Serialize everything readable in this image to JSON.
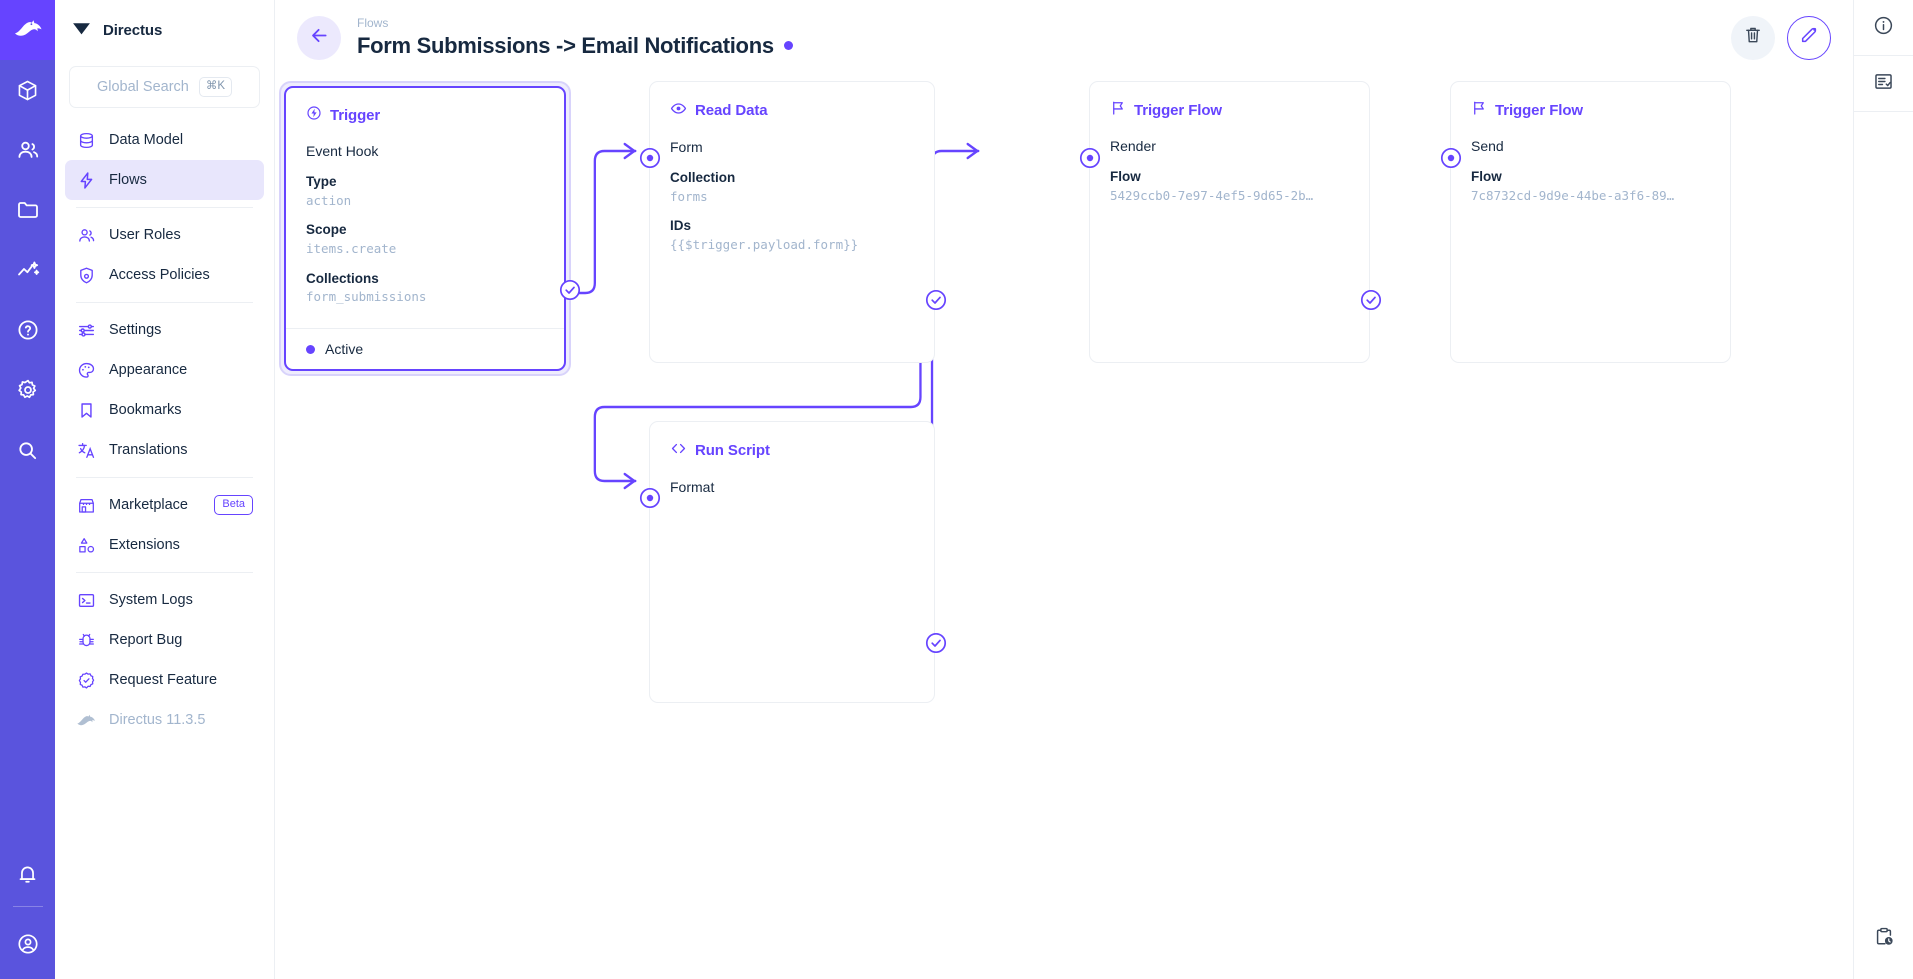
{
  "brand": {
    "name": "Directus",
    "logo_icon": "directus-rabbit-logo"
  },
  "rail": {
    "items": [
      {
        "icon": "box-module-icon",
        "name": "content"
      },
      {
        "icon": "users-module-icon",
        "name": "user-directory"
      },
      {
        "icon": "folder-module-icon",
        "name": "file-library"
      },
      {
        "icon": "insights-chart-icon",
        "name": "insights"
      },
      {
        "icon": "help-question-icon",
        "name": "help"
      },
      {
        "icon": "gear-settings-icon",
        "name": "settings"
      },
      {
        "icon": "search-icon",
        "name": "search"
      }
    ],
    "bottom": [
      {
        "icon": "bell-notifications-icon",
        "name": "notifications"
      },
      {
        "icon": "account-circle-icon",
        "name": "account"
      }
    ]
  },
  "search": {
    "placeholder": "Global Search",
    "shortcut": "⌘K"
  },
  "sidebar": {
    "groups": [
      {
        "items": [
          {
            "label": "Data Model",
            "icon": "database-icon",
            "active": false
          },
          {
            "label": "Flows",
            "icon": "bolt-icon",
            "active": true
          }
        ]
      },
      {
        "items": [
          {
            "label": "User Roles",
            "icon": "people-icon",
            "active": false
          },
          {
            "label": "Access Policies",
            "icon": "shield-lock-icon",
            "active": false
          }
        ]
      },
      {
        "items": [
          {
            "label": "Settings",
            "icon": "tune-icon",
            "active": false
          },
          {
            "label": "Appearance",
            "icon": "palette-icon",
            "active": false
          },
          {
            "label": "Bookmarks",
            "icon": "bookmark-icon",
            "active": false
          },
          {
            "label": "Translations",
            "icon": "translate-icon",
            "active": false
          }
        ]
      },
      {
        "items": [
          {
            "label": "Marketplace",
            "icon": "storefront-icon",
            "badge": "Beta",
            "active": false
          },
          {
            "label": "Extensions",
            "icon": "extensions-icon",
            "active": false
          }
        ]
      },
      {
        "items": [
          {
            "label": "System Logs",
            "icon": "terminal-icon",
            "active": false
          },
          {
            "label": "Report Bug",
            "icon": "bug-icon",
            "active": false
          },
          {
            "label": "Request Feature",
            "icon": "check-badge-icon",
            "active": false
          },
          {
            "label": "Directus 11.3.5",
            "icon": "directus-rabbit-logo",
            "muted": true,
            "active": false
          }
        ]
      }
    ]
  },
  "header": {
    "breadcrumb": "Flows",
    "title": "Form Submissions -> Email Notifications",
    "status_color": "#6644ff",
    "back_icon": "arrow-left-icon",
    "actions": [
      {
        "name": "delete-flow-button",
        "icon": "trash-icon"
      },
      {
        "name": "edit-flow-button",
        "icon": "pencil-icon"
      }
    ]
  },
  "right_rail": {
    "items": [
      {
        "name": "info-sidebar-button",
        "icon": "info-circle-icon"
      },
      {
        "name": "logs-sidebar-button",
        "icon": "list-check-icon"
      }
    ],
    "bottom": [
      {
        "name": "activity-log-button",
        "icon": "clipboard-clock-icon"
      }
    ]
  },
  "flow": {
    "accent": "#6644ff",
    "nodes": [
      {
        "key": "trigger",
        "type": "trigger",
        "title": "Trigger",
        "icon": "trigger-bolt-circle-icon",
        "subtitle": "Event Hook",
        "fields": [
          {
            "key": "Type",
            "value": "action"
          },
          {
            "key": "Scope",
            "value": "items.create"
          },
          {
            "key": "Collections",
            "value": "form_submissions"
          }
        ],
        "status": "Active"
      },
      {
        "key": "read-data",
        "type": "operation",
        "title": "Read Data",
        "icon": "eye-icon",
        "subtitle": "Form",
        "fields": [
          {
            "key": "Collection",
            "value": "forms"
          },
          {
            "key": "IDs",
            "value": "{{$trigger.payload.form}}"
          }
        ]
      },
      {
        "key": "run-script",
        "type": "operation",
        "title": "Run Script",
        "icon": "code-brackets-icon",
        "subtitle": "Format",
        "fields": []
      },
      {
        "key": "trigger-flow-render",
        "type": "operation",
        "title": "Trigger Flow",
        "icon": "flag-icon",
        "subtitle": "Render",
        "fields": [
          {
            "key": "Flow",
            "value": "5429ccb0-7e97-4ef5-9d65-2b…"
          }
        ]
      },
      {
        "key": "trigger-flow-send",
        "type": "operation",
        "title": "Trigger Flow",
        "icon": "flag-icon",
        "subtitle": "Send",
        "fields": [
          {
            "key": "Flow",
            "value": "7c8732cd-9d9e-44be-a3f6-89…"
          }
        ]
      }
    ]
  }
}
